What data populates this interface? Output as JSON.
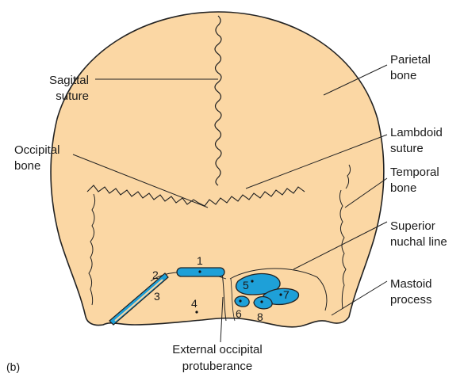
{
  "figure_label": "(b)",
  "labels": {
    "sagittal": [
      "Sagittal",
      "suture"
    ],
    "parietal": [
      "Parietal",
      "bone"
    ],
    "lambdoid": [
      "Lambdoid",
      "suture"
    ],
    "occipital": [
      "Occipital",
      "bone"
    ],
    "temporal": [
      "Temporal",
      "bone"
    ],
    "superior_nuchal": [
      "Superior",
      "nuchal line"
    ],
    "mastoid": [
      "Mastoid",
      "process"
    ],
    "external_occipital": [
      "External occipital",
      "protuberance"
    ]
  },
  "numbers": [
    "1",
    "2",
    "3",
    "4",
    "5",
    "6",
    "7",
    "8"
  ],
  "colors": {
    "bone_fill": "#fbd7a4",
    "outline": "#222222",
    "muscle_blue": "#1ea0d8"
  }
}
